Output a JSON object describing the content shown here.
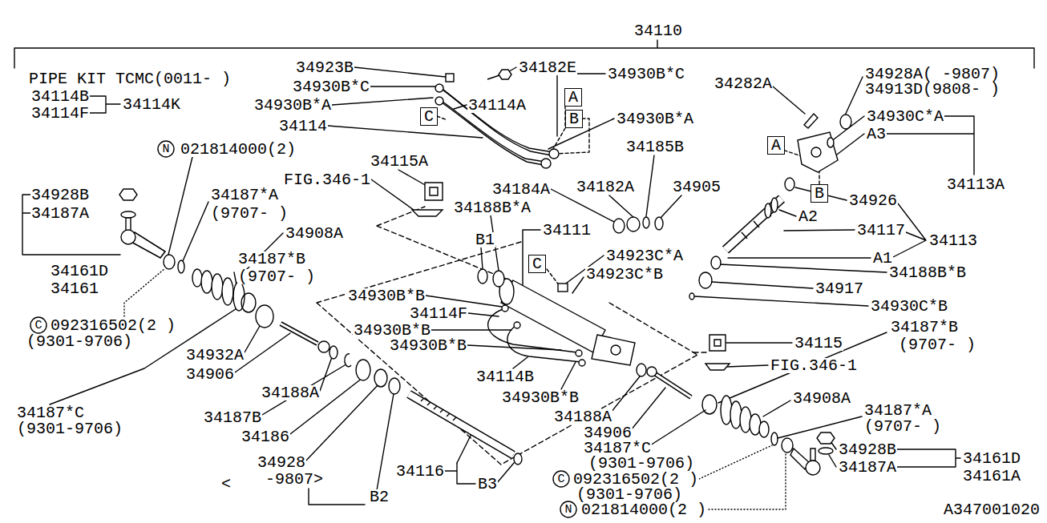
{
  "diagram": {
    "nodes": [
      {
        "text": [
          "A"
        ]
      },
      {
        "text": [
          "C"
        ]
      },
      {
        "text": [
          "B"
        ]
      },
      {
        "text": [
          "A"
        ]
      },
      {
        "text": [
          "N"
        ]
      },
      {
        "text": [
          "B"
        ]
      },
      {
        "text": [
          "C"
        ]
      },
      {
        "text": [
          "C"
        ]
      },
      {
        "text": [
          "C"
        ]
      },
      {
        "text": [
          "N"
        ]
      }
    ],
    "labels": [
      "34110",
      "PIPE KIT TCMC(0011- )",
      "34114B",
      "34114K",
      "34114F",
      "34923B",
      "34930B*C",
      "34182E",
      "34930B*C",
      "34930B*A",
      "34114A",
      "34930B*A",
      "34114",
      "34282A",
      "34928A( -9807)",
      "34913D(9808- )",
      "34930C*A",
      "A3",
      "34113A",
      "34926",
      "34185B",
      "021814000(2)",
      "34115A",
      "FIG.346-1",
      "34182A",
      "34905",
      "34184A",
      "34928B",
      "34187*A",
      "34188B*A",
      "(9707- )",
      "34187A",
      "A2",
      "34111",
      "34117",
      "34908A",
      "B1",
      "34113",
      "34923C*A",
      "A1",
      "34187*B",
      "34161D",
      "34188B*B",
      "34923C*B",
      "(9707- )",
      "34161",
      "34917",
      "34930B*B",
      "34930C*B",
      "34114F",
      "092316502(2 )",
      "34187*B",
      "34930B*B",
      "(9301-9706)",
      "34115",
      "34930B*B",
      "(9707- )",
      "34932A",
      "FIG.346-1",
      "34906",
      "34114B",
      "34188A",
      "34930B*B",
      "34908A",
      "34187*C",
      "34187*A",
      "34188A",
      "34187B",
      "(9707- )",
      "(9301-9706)",
      "34906",
      "34186",
      "34187*C",
      "34928B",
      "34161D",
      "34928",
      "(9301-9706)",
      "34187A",
      "34116",
      "34161A",
      "-9807>",
      "092316502(2 )",
      "<",
      "B3",
      "(9301-9706)",
      "B2",
      "021814000(2 )",
      "A347001020"
    ]
  }
}
